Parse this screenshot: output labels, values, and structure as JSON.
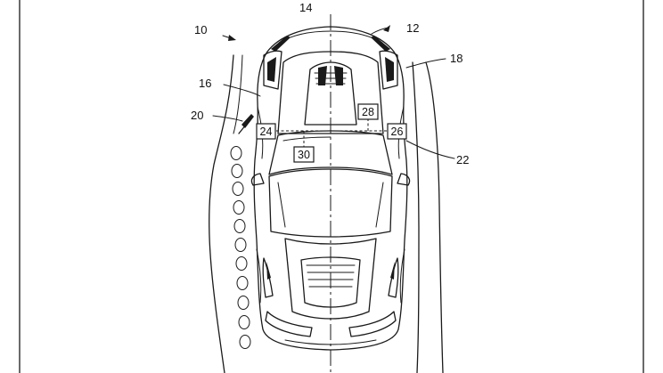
{
  "labels": {
    "l10": "10",
    "l14": "14",
    "l12": "12",
    "l18": "18",
    "l16": "16",
    "l20": "20",
    "l22": "22"
  },
  "boxes": {
    "b24": "24",
    "b26": "26",
    "b28": "28",
    "b30": "30"
  }
}
